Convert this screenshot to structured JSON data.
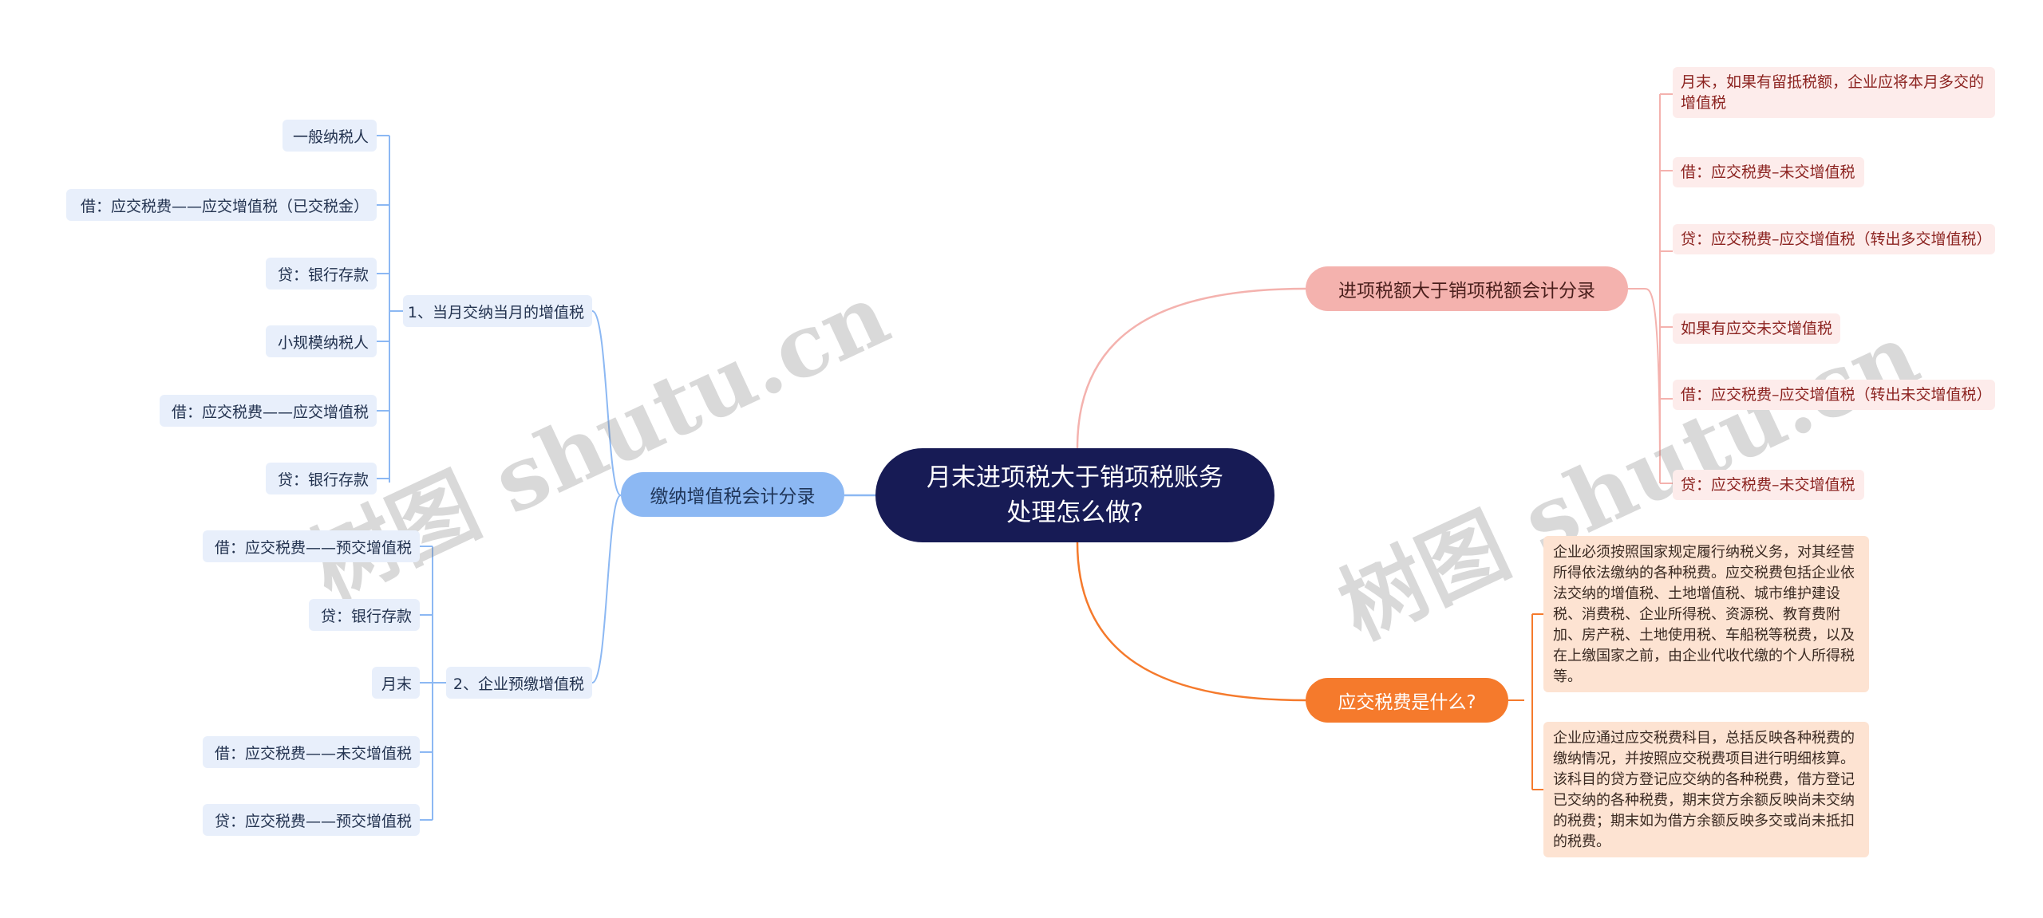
{
  "root": {
    "title": "月末进项税大于销项税账务处理怎么做?"
  },
  "left_branch": {
    "label": "缴纳增值税会计分录",
    "sub1": {
      "label": "1、当月交纳当月的增值税",
      "items": [
        "一般纳税人",
        "借：应交税费——应交增值税（已交税金）",
        "贷：银行存款",
        "小规模纳税人",
        "借：应交税费——应交增值税",
        "贷：银行存款"
      ]
    },
    "sub2": {
      "label": "2、企业预缴增值税",
      "items": [
        "借：应交税费——预交增值税",
        "贷：银行存款",
        "月末",
        "借：应交税费——未交增值税",
        "贷：应交税费——预交增值税"
      ]
    }
  },
  "right_top": {
    "label": "进项税额大于销项税额会计分录",
    "items": [
      "月末，如果有留抵税额，企业应将本月多交的增值税",
      "借：应交税费–未交增值税",
      "贷：应交税费–应交增值税（转出多交增值税）",
      "如果有应交未交增值税",
      "借：应交税费–应交增值税（转出未交增值税）",
      "贷：应交税费–未交增值税"
    ]
  },
  "right_bottom": {
    "label": "应交税费是什么?",
    "items": [
      "企业必须按照国家规定履行纳税义务，对其经营所得依法缴纳的各种税费。应交税费包括企业依法交纳的增值税、土地增值税、城市维护建设税、消费税、企业所得税、资源税、教育费附加、房产税、土地使用税、车船税等税费，以及在上缴国家之前，由企业代收代缴的个人所得税等。",
      "企业应通过应交税费科目，总括反映各种税费的缴纳情况，并按照应交税费项目进行明细核算。该科目的贷方登记应交纳的各种税费，借方登记已交纳的各种税费，期末贷方余额反映尚未交纳的税费；期末如为借方余额反映多交或尚未抵扣的税费。"
    ]
  },
  "watermark": "树图 shutu.cn",
  "colors": {
    "root": "#171b55",
    "blue": "#8cb8f3",
    "red": "#f4b2ae",
    "orange": "#f57a2c"
  }
}
